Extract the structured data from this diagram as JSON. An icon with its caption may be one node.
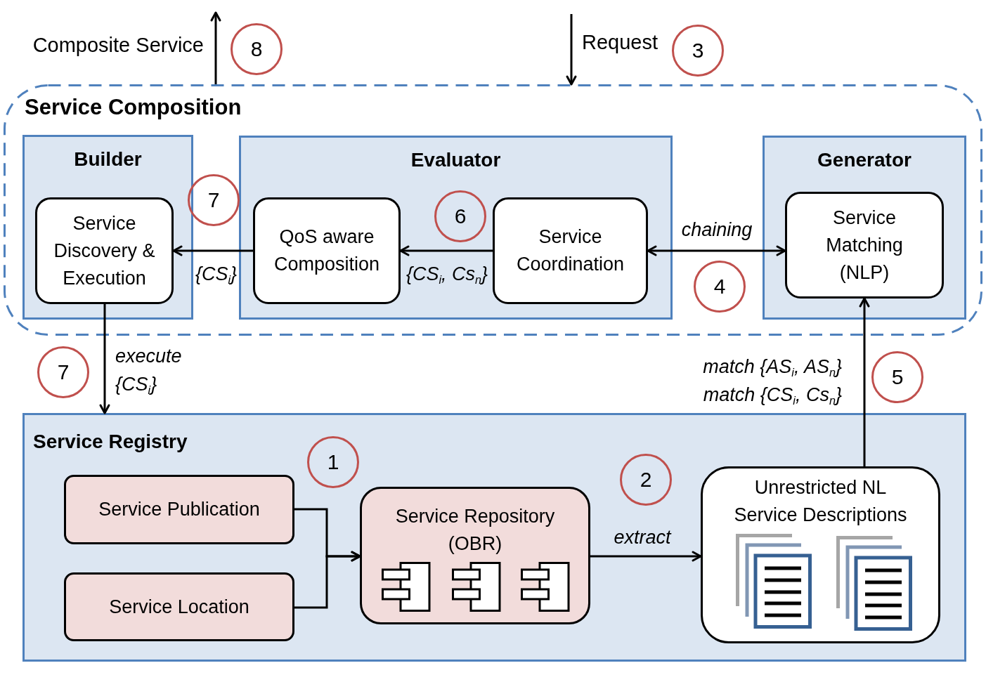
{
  "diagram": {
    "nodes": [
      {
        "text": [
          "Service Composition"
        ]
      },
      {
        "text": [
          "Builder"
        ],
        "in": 0
      },
      {
        "text": [
          "Service Discovery & Execution"
        ],
        "in": 1
      },
      {
        "text": [
          "Evaluator"
        ],
        "in": 0
      },
      {
        "text": [
          "QoS aware Composition"
        ],
        "in": 3
      },
      {
        "text": [
          "Service Coordination"
        ],
        "in": 3
      },
      {
        "text": [
          "Generator"
        ],
        "in": 0
      },
      {
        "text": [
          "Service Matching (NLP)"
        ],
        "in": 6
      },
      {
        "text": [
          "Service Registry"
        ]
      },
      {
        "text": [
          "Service Publication"
        ],
        "in": 8
      },
      {
        "text": [
          "Service Location"
        ],
        "in": 8
      },
      {
        "text": [
          "Service Repository (OBR)"
        ],
        "in": 8
      },
      {
        "text": [
          "Unrestricted NL Service Descriptions"
        ],
        "in": 8
      }
    ],
    "edges": [
      {
        "from": 0,
        "to": null,
        "arrow": "to",
        "label": "Composite Service"
      },
      {
        "from": null,
        "to": 0,
        "arrow": "to",
        "label": "Request"
      },
      {
        "from": 5,
        "to": 7,
        "arrow": "both",
        "label": "chaining"
      },
      {
        "from": 5,
        "to": 4,
        "arrow": "to",
        "label": "{CS$_{i}$, Cs$_{n}$}"
      },
      {
        "from": 4,
        "to": 2,
        "arrow": "to",
        "label": "{CS$_{i}$}"
      },
      {
        "from": 2,
        "to": 8,
        "arrow": "to",
        "label": "execute {CS$_{i}$}"
      },
      {
        "from": 12,
        "to": 7,
        "arrow": "to",
        "label": "match {AS$_{i}$, AS$_{n}$} match {CS$_{i}$, Cs$_{n}$}"
      },
      {
        "from": 9,
        "to": 11,
        "arrow": "to"
      },
      {
        "from": 10,
        "to": 11,
        "arrow": "to"
      },
      {
        "from": 11,
        "to": 12,
        "arrow": "to",
        "label": "extract"
      }
    ],
    "labels": [
      "8",
      "3",
      "7",
      "6",
      "4",
      "7",
      "5",
      "1",
      "2"
    ]
  }
}
